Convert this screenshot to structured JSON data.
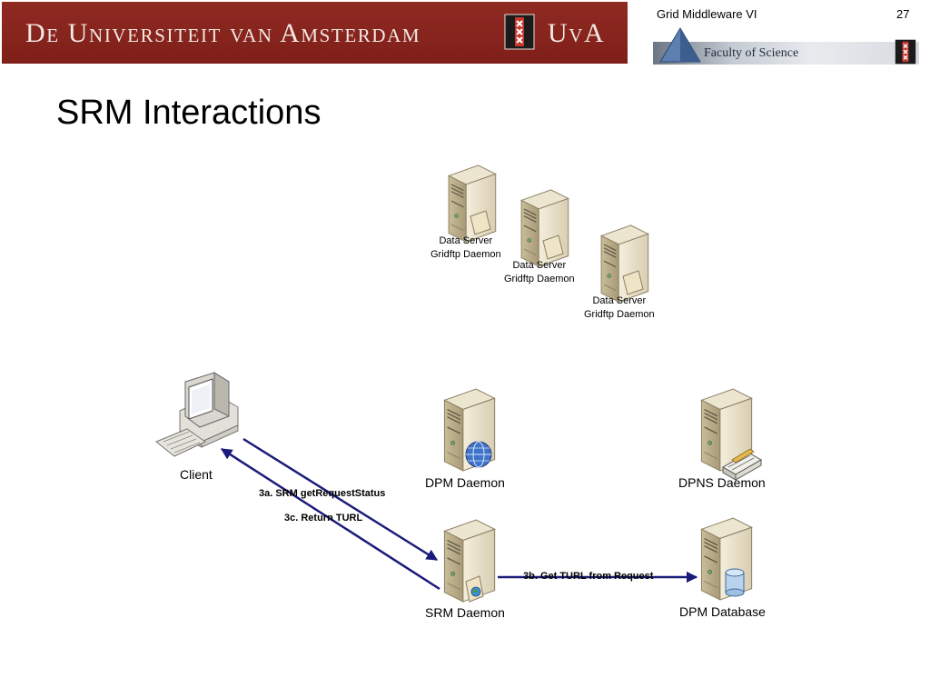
{
  "header": {
    "banner_text": "De Universiteit van Amsterdam",
    "banner_uva": "UvA",
    "course": "Grid Middleware VI",
    "slide_number": "27",
    "faculty": "Faculty of Science"
  },
  "title": "SRM Interactions",
  "nodes": {
    "data_server_1": {
      "line1": "Data Server",
      "line2": "Gridftp Daemon"
    },
    "data_server_2": {
      "line1": "Data Server",
      "line2": "Gridftp Daemon"
    },
    "data_server_3": {
      "line1": "Data Server",
      "line2": "Gridftp Daemon"
    },
    "client": "Client",
    "dpm_daemon": "DPM Daemon",
    "dpns_daemon": "DPNS Daemon",
    "srm_daemon": "SRM Daemon",
    "dpm_database": "DPM Database"
  },
  "edges": {
    "e3a": "3a. SRM getRequestStatus",
    "e3c": "3c. Return TURL",
    "e3b": "3b. Get TURL from Request"
  },
  "colors": {
    "banner": "#8a261f",
    "arrow": "#1a1a7a"
  }
}
